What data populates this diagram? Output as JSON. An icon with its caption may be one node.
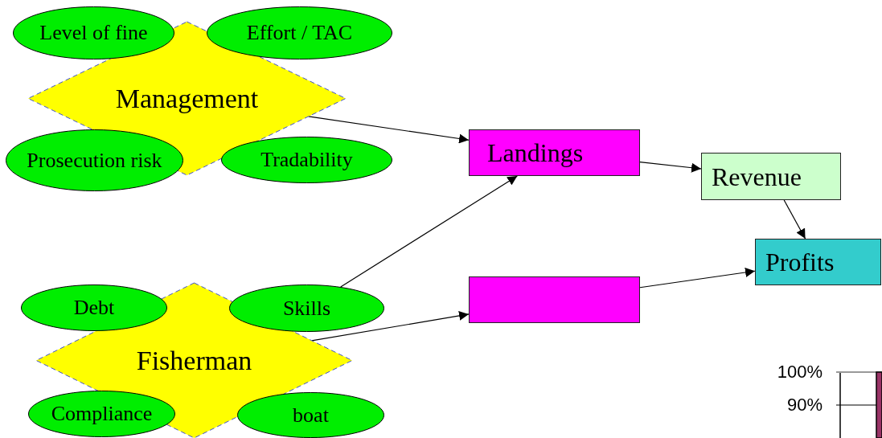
{
  "diagram": {
    "nodes": [
      {
        "text": [
          "Management"
        ]
      },
      {
        "text": [
          "Level of fine"
        ]
      },
      {
        "text": [
          "Effort / TAC"
        ]
      },
      {
        "text": [
          "Prosecution risk"
        ]
      },
      {
        "text": [
          "Tradability"
        ]
      },
      {
        "text": [
          "Fisherman"
        ]
      },
      {
        "text": [
          "Debt"
        ]
      },
      {
        "text": [
          "Skills"
        ]
      },
      {
        "text": [
          "Compliance"
        ]
      },
      {
        "text": [
          "boat"
        ]
      },
      {
        "text": [
          "Landings"
        ]
      },
      {
        "text": [],
        "shape": "box"
      },
      {
        "text": [
          "Revenue"
        ]
      },
      {
        "text": [
          "Profits"
        ]
      }
    ],
    "edges": [
      {
        "from": 0,
        "to": 10,
        "arrow": "to"
      },
      {
        "from": 7,
        "to": 10,
        "arrow": "to"
      },
      {
        "from": 5,
        "to": 11,
        "arrow": "to"
      },
      {
        "from": 10,
        "to": 12,
        "arrow": "to"
      },
      {
        "from": 12,
        "to": 13,
        "arrow": "to"
      },
      {
        "from": 11,
        "to": 13,
        "arrow": "to"
      }
    ],
    "labels": [
      "100%",
      "90%"
    ]
  }
}
